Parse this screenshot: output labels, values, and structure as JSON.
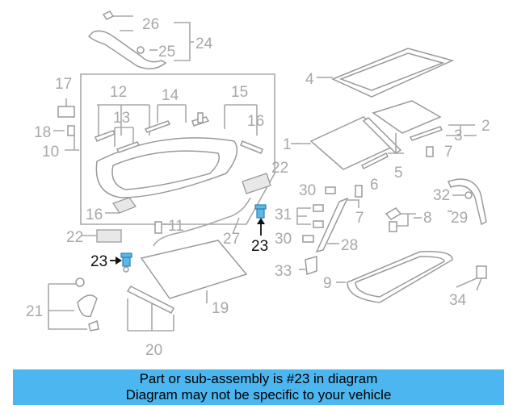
{
  "callouts": {
    "n1": "1",
    "n2": "2",
    "n3": "3",
    "n4": "4",
    "n5": "5",
    "n6": "6",
    "n7a": "7",
    "n7b": "7",
    "n8": "8",
    "n9": "9",
    "n10": "10",
    "n11": "11",
    "n12": "12",
    "n13": "13",
    "n14": "14",
    "n15": "15",
    "n16a": "16",
    "n16b": "16",
    "n17": "17",
    "n18": "18",
    "n19": "19",
    "n20": "20",
    "n21": "21",
    "n22a": "22",
    "n22b": "22",
    "n23a": "23",
    "n23b": "23",
    "n24": "24",
    "n25": "25",
    "n26": "26",
    "n27": "27",
    "n28": "28",
    "n29": "29",
    "n30a": "30",
    "n30b": "30",
    "n31": "31",
    "n32": "32",
    "n33": "33",
    "n34": "34"
  },
  "highlight_color": "#5bb8e8",
  "banner": {
    "line1": "Part or sub-assembly is #23 in diagram",
    "line2": "Diagram may not be specific to your vehicle",
    "color": "#4cb6f0"
  }
}
